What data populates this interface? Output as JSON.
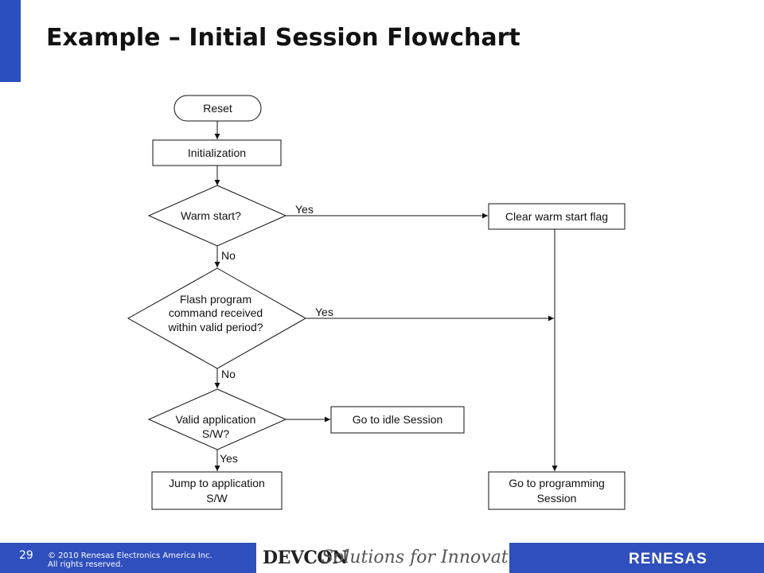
{
  "header": {
    "title": "Example – Initial Session Flowchart"
  },
  "flowchart": {
    "nodes": {
      "reset": [
        "Reset"
      ],
      "init": [
        "Initialization"
      ],
      "warm": [
        "Warm start?"
      ],
      "clear": [
        "Clear warm start flag"
      ],
      "flash": [
        "Flash program",
        "command received",
        "within valid period?"
      ],
      "valid": [
        "Valid application",
        "S/W?"
      ],
      "idle": [
        "Go to idle Session"
      ],
      "jump": [
        "Jump to application",
        "S/W"
      ],
      "prog": [
        "Go to programming",
        "Session"
      ]
    },
    "edge_labels": {
      "warm_yes": "Yes",
      "warm_no": "No",
      "flash_yes": "Yes",
      "flash_no": "No",
      "valid_yes": "Yes"
    }
  },
  "footer": {
    "page_number": "29",
    "copyright_line1": "© 2010 Renesas Electronics America Inc.",
    "copyright_line2": "All rights reserved.",
    "brand": "DEVCON",
    "tagline": "Solutions for Innovation",
    "company_logo": "RENESAS"
  }
}
